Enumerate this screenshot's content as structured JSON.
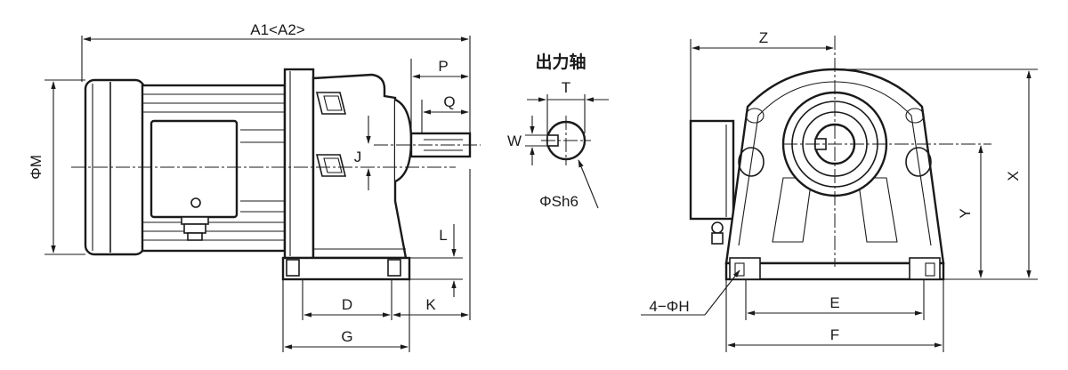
{
  "labels": {
    "a1_a2": "A1<A2>",
    "phi_m": "ΦM",
    "p": "P",
    "q": "Q",
    "j": "J",
    "l": "L",
    "d": "D",
    "k": "K",
    "g": "G",
    "output_shaft": "出力轴",
    "t": "T",
    "w": "W",
    "phi_sh6": "ΦSh6",
    "z": "Z",
    "x": "X",
    "y": "Y",
    "four_phi_h": "4−ΦH",
    "e": "E",
    "f": "F"
  }
}
